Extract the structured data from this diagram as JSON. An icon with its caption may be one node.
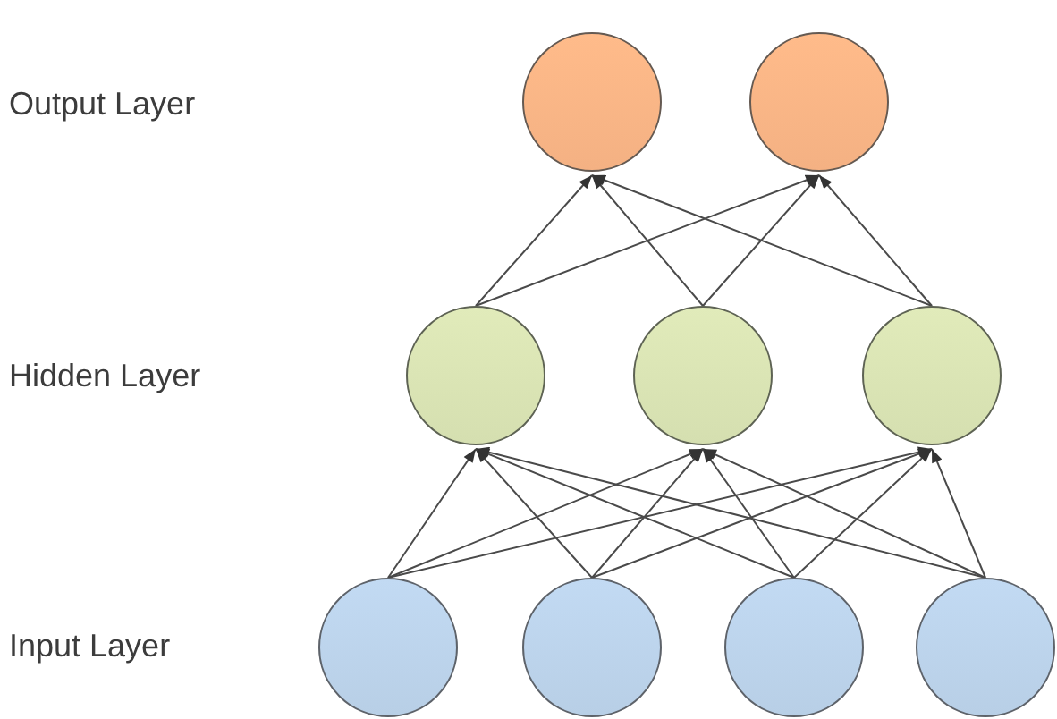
{
  "diagram": {
    "nodes": [
      {
        "text": [],
        "shape": "circle"
      },
      {
        "text": [],
        "shape": "circle"
      },
      {
        "text": [],
        "shape": "circle"
      },
      {
        "text": [],
        "shape": "circle"
      },
      {
        "text": [],
        "shape": "circle"
      },
      {
        "text": [],
        "shape": "circle"
      },
      {
        "text": [],
        "shape": "circle"
      },
      {
        "text": [],
        "shape": "circle"
      },
      {
        "text": [],
        "shape": "circle"
      }
    ],
    "edges": [
      {
        "from": 5,
        "to": 2,
        "arrow": "to"
      },
      {
        "from": 5,
        "to": 3,
        "arrow": "to"
      },
      {
        "from": 5,
        "to": 4,
        "arrow": "to"
      },
      {
        "from": 6,
        "to": 2,
        "arrow": "to"
      },
      {
        "from": 6,
        "to": 3,
        "arrow": "to"
      },
      {
        "from": 6,
        "to": 4,
        "arrow": "to"
      },
      {
        "from": 7,
        "to": 2,
        "arrow": "to"
      },
      {
        "from": 7,
        "to": 3,
        "arrow": "to"
      },
      {
        "from": 7,
        "to": 4,
        "arrow": "to"
      },
      {
        "from": 8,
        "to": 2,
        "arrow": "to"
      },
      {
        "from": 8,
        "to": 3,
        "arrow": "to"
      },
      {
        "from": 8,
        "to": 4,
        "arrow": "to"
      },
      {
        "from": 2,
        "to": 0,
        "arrow": "to"
      },
      {
        "from": 2,
        "to": 1,
        "arrow": "to"
      },
      {
        "from": 3,
        "to": 0,
        "arrow": "to"
      },
      {
        "from": 3,
        "to": 1,
        "arrow": "to"
      },
      {
        "from": 4,
        "to": 0,
        "arrow": "to"
      },
      {
        "from": 4,
        "to": 1,
        "arrow": "to"
      }
    ],
    "labels": [
      "Output Layer",
      "Hidden Layer",
      "Input Layer"
    ]
  }
}
